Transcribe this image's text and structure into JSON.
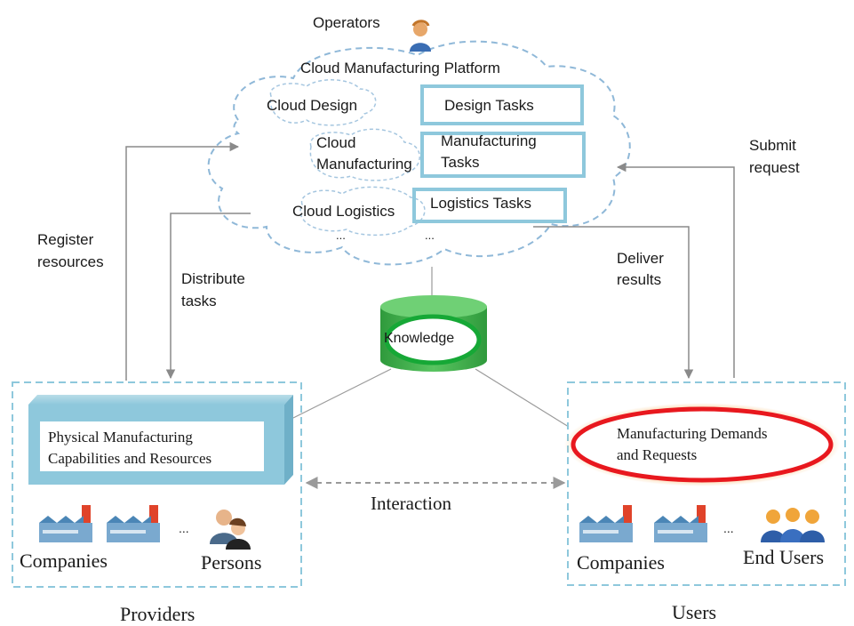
{
  "platform": {
    "operators_label": "Operators",
    "title": "Cloud Manufacturing Platform",
    "services": {
      "design": "Cloud Design",
      "manufacturing_line1": "Cloud",
      "manufacturing_line2": "Manufacturing",
      "logistics": "Cloud Logistics",
      "ellipsis_left": "...",
      "ellipsis_right": "..."
    },
    "tasks": {
      "design": "Design Tasks",
      "manufacturing_line1": "Manufacturing",
      "manufacturing_line2": "Tasks",
      "logistics": "Logistics Tasks"
    }
  },
  "knowledge_label": "Knowledge",
  "arrows": {
    "register_line1": "Register",
    "register_line2": "resources",
    "distribute_line1": "Distribute",
    "distribute_line2": "tasks",
    "deliver_line1": "Deliver",
    "deliver_line2": "results",
    "submit_line1": "Submit",
    "submit_line2": "request",
    "interaction": "Interaction"
  },
  "providers": {
    "resource_line1": "Physical Manufacturing",
    "resource_line2": "Capabilities and Resources",
    "ellipsis": "...",
    "companies": "Companies",
    "persons": "Persons",
    "caption": "Providers"
  },
  "users": {
    "demand_line1": "Manufacturing Demands",
    "demand_line2": "and Requests",
    "ellipsis": "...",
    "companies": "Companies",
    "end_users": "End Users",
    "caption": "Users"
  },
  "colors": {
    "task_box": "#8ec8dc",
    "cloud_stroke": "#8fb8d8",
    "knowledge_fill": "#3fae49",
    "knowledge_ring": "#16a836",
    "demand_ring": "#e8181e",
    "factory_roof": "#4b86b6",
    "chimney": "#e0432a",
    "connector": "#9a9a9a"
  }
}
